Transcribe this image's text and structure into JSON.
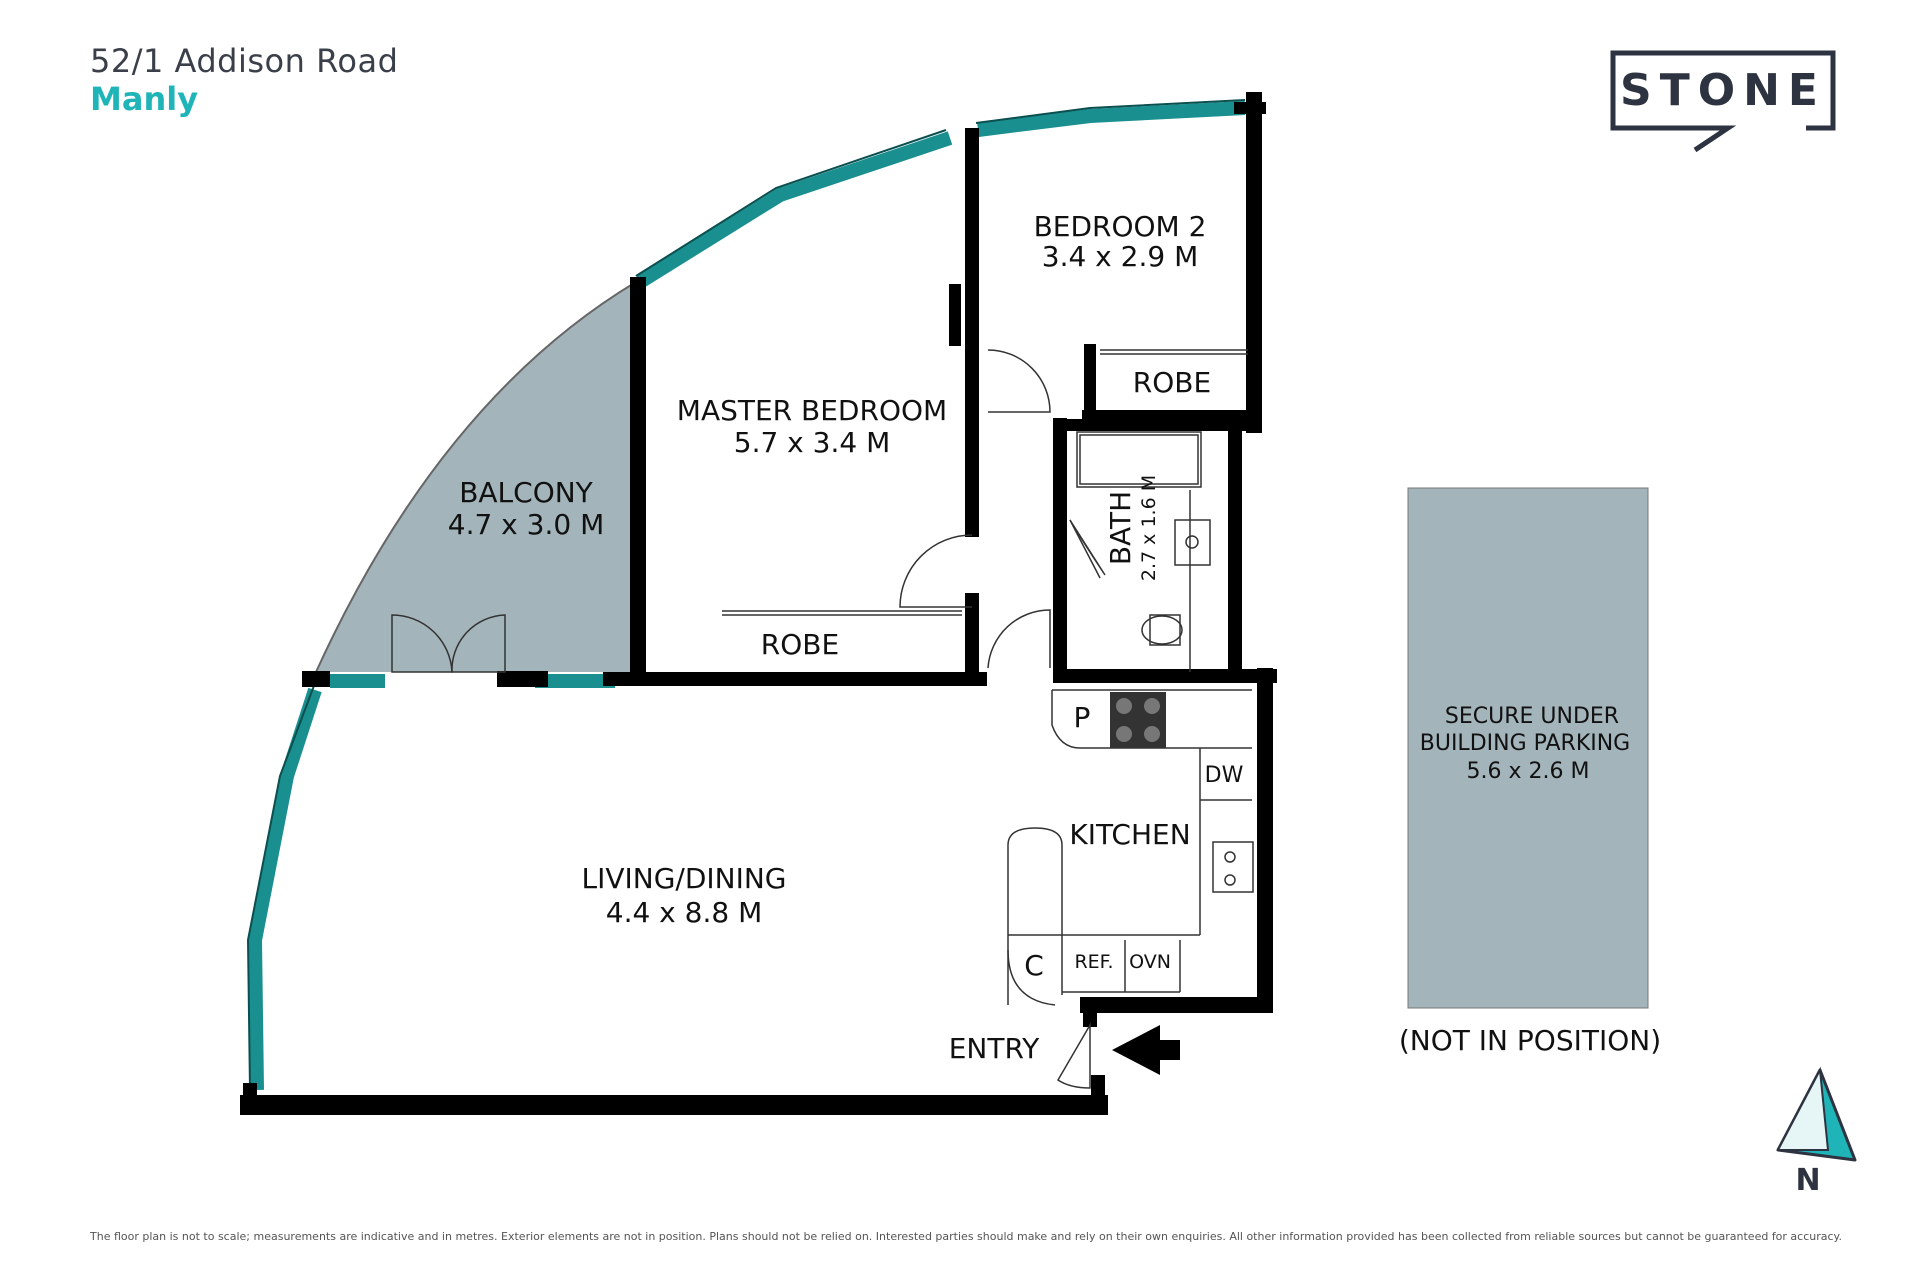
{
  "header": {
    "address": "52/1 Addison Road",
    "suburb": "Manly"
  },
  "brand": {
    "name": "STONE"
  },
  "rooms": {
    "bedroom2": {
      "name": "BEDROOM 2",
      "size": "3.4 x 2.9 M"
    },
    "robe_bed2": {
      "name": "ROBE"
    },
    "master": {
      "name": "MASTER BEDROOM",
      "size": "5.7 x 3.4 M"
    },
    "robe_master": {
      "name": "ROBE"
    },
    "balcony": {
      "name": "BALCONY",
      "size": "4.7 x 3.0 M"
    },
    "bath": {
      "name": "BATH",
      "size": "2.7 x 1.6 M"
    },
    "living": {
      "name": "LIVING/DINING",
      "size": "4.4 x 8.8 M"
    },
    "kitchen": {
      "name": "KITCHEN"
    },
    "pantry": {
      "name": "P"
    },
    "dishwasher": {
      "name": "DW"
    },
    "cupboard": {
      "name": "C"
    },
    "fridge": {
      "name": "REF."
    },
    "oven": {
      "name": "OVN"
    },
    "entry": {
      "name": "ENTRY"
    },
    "parking": {
      "line1": "SECURE UNDER",
      "line2": "BUILDING PARKING",
      "size": "5.6 x 2.6 M",
      "note": "(NOT IN POSITION)"
    }
  },
  "compass": {
    "label": "N"
  },
  "disclaimer": "The floor plan is not to scale; measurements are indicative and in metres. Exterior elements are not in position. Plans should not be relied on. Interested parties should make and rely on their own enquiries. All other information provided has been collected from reliable sources but cannot be guaranteed for accuracy.",
  "colors": {
    "wall": "#000000",
    "window": "#1a8f8f",
    "balcony_fill": "#a3b4ba",
    "parking_fill": "#a3b4ba",
    "accent": "#1fb5b8",
    "title": "#3a3f4a"
  }
}
